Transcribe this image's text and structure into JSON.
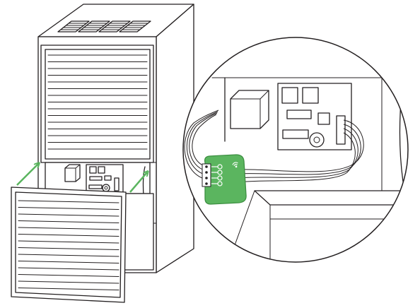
{
  "colors": {
    "line": "#231f20",
    "background": "#ffffff",
    "module_fill": "#5bb55f",
    "module_stroke": "#3d8f42",
    "arrow": "#5bb55f",
    "module_symbols": "#ffffff"
  },
  "diagram": {
    "subject": "furnace",
    "components": [
      "furnace-cabinet",
      "top-vents",
      "upper-louvered-door",
      "removed-lower-panel",
      "control-board",
      "wiring-module",
      "magnifier-circle"
    ],
    "wiring_module": {
      "terminal_count": 4,
      "icon": "wifi-icon"
    },
    "arrows": [
      {
        "name": "arrow-left",
        "direction": "up-right",
        "color": "#5bb55f"
      },
      {
        "name": "arrow-right",
        "direction": "up-right",
        "color": "#5bb55f"
      }
    ]
  }
}
